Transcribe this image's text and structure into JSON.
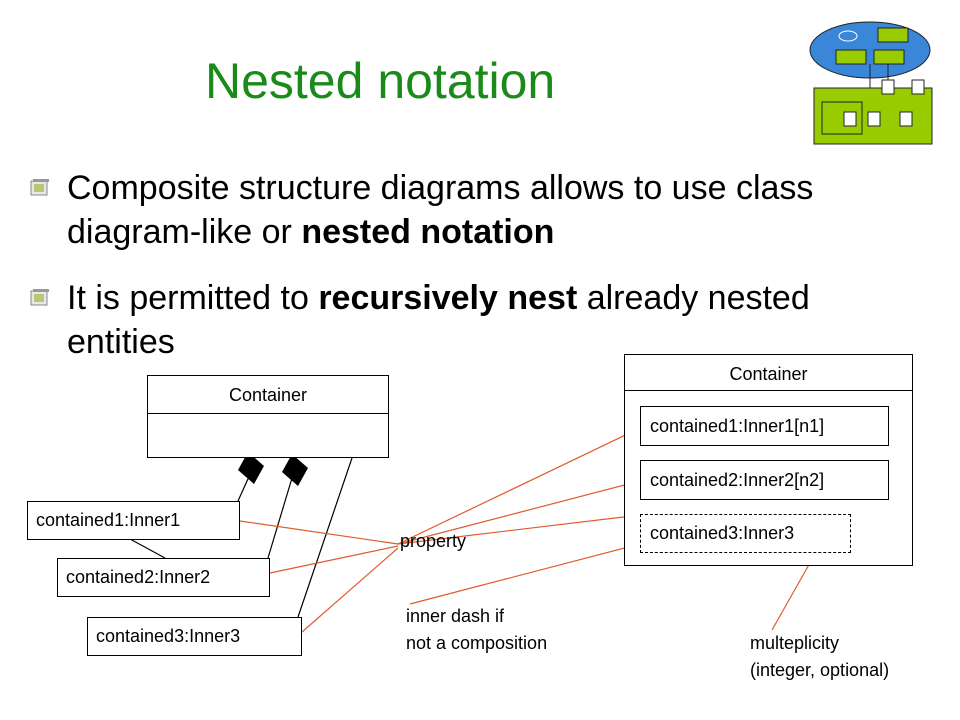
{
  "title": "Nested notation",
  "bullets": [
    {
      "pre": "Composite structure diagrams allows to use class diagram-like or ",
      "bold": "nested notation",
      "post": ""
    },
    {
      "pre": "It is permitted to ",
      "bold": "recursively nest",
      "post": " already nested entities"
    }
  ],
  "left_diagram": {
    "container": "Container",
    "parts": [
      "contained1:Inner1",
      "contained2:Inner2",
      "contained3:Inner3"
    ]
  },
  "right_diagram": {
    "container": "Container",
    "parts": [
      "contained1:Inner1[n1]",
      "contained2:Inner2[n2]",
      "contained3:Inner3"
    ]
  },
  "notes": {
    "property": "property",
    "inner_dash_1": "inner dash if",
    "inner_dash_2": "not a composition",
    "multiplicity_1": "multeplicity",
    "multiplicity_2": "(integer, optional)"
  },
  "colors": {
    "title": "#1a8a1a",
    "annotation_line": "#e05a2b",
    "logo_blue": "#3a86d8",
    "logo_green": "#99cc00"
  }
}
